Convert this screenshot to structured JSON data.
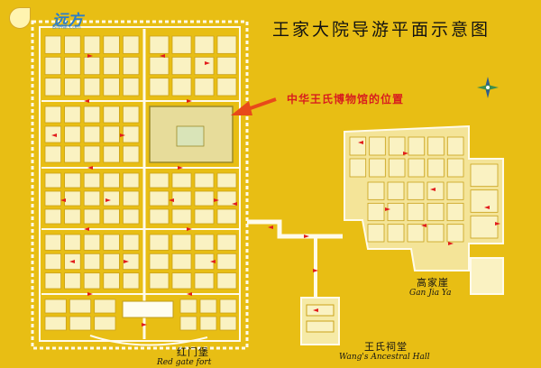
{
  "map_title": "王家大院导游平面示意图",
  "museum_callout": "中华王氏博物馆的位置",
  "watermark": {
    "site_name": "远方",
    "site_url": "Bivfar.com"
  },
  "places": {
    "red_gate_fort": {
      "name_cn": "红门堡",
      "name_en": "Red gate fort"
    },
    "gao_jia_ya": {
      "name_cn": "高家崖",
      "name_en": "Gan Jia Ya"
    },
    "ancestral_hall": {
      "name_cn": "王氏祠堂",
      "name_en": "Wang's Ancestral Hall"
    }
  },
  "colors": {
    "background": "#E8BE14",
    "building": "#FAF2C2",
    "wall": "#FFFBEA",
    "arrow": "#E21D1D",
    "title": "#121212"
  },
  "icons": [
    "compass-icon",
    "callout-arrow-icon",
    "direction-arrow-icon"
  ]
}
